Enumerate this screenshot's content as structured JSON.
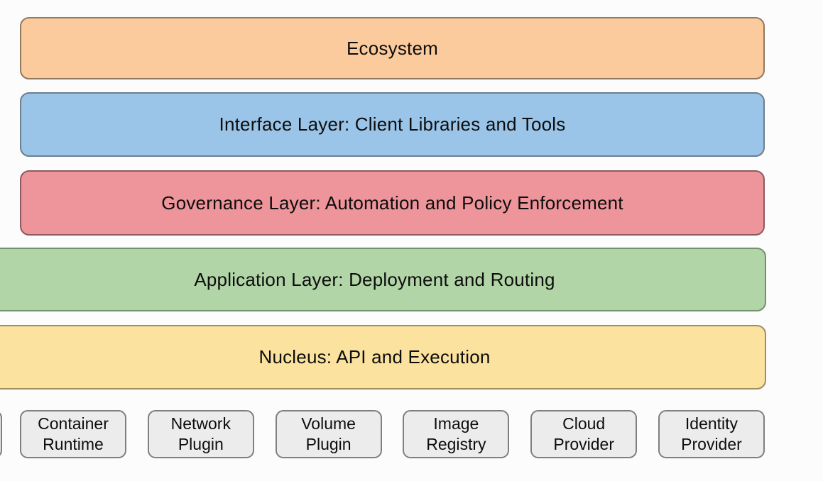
{
  "diagram": {
    "layers": [
      {
        "label": "Ecosystem",
        "fill": "#fbcb9d",
        "border": "#8f7a5e"
      },
      {
        "label": "Interface Layer: Client Libraries and Tools",
        "fill": "#9bc5e8",
        "border": "#6d7e8d"
      },
      {
        "label": "Governance Layer: Automation and Policy Enforcement",
        "fill": "#ee949b",
        "border": "#8d5a62"
      },
      {
        "label": "Application Layer: Deployment and Routing",
        "fill": "#b1d5a7",
        "border": "#75906f"
      },
      {
        "label": "Nucleus: API and Execution",
        "fill": "#fce29f",
        "border": "#9c8f60"
      }
    ],
    "providers": {
      "fill": "#ececec",
      "border": "#7f7f7f",
      "items": [
        {
          "line1": "Container",
          "line2": "Runtime"
        },
        {
          "line1": "Network",
          "line2": "Plugin"
        },
        {
          "line1": "Volume",
          "line2": "Plugin"
        },
        {
          "line1": "Image",
          "line2": "Registry"
        },
        {
          "line1": "Cloud",
          "line2": "Provider"
        },
        {
          "line1": "Identity",
          "line2": "Provider"
        }
      ]
    }
  }
}
